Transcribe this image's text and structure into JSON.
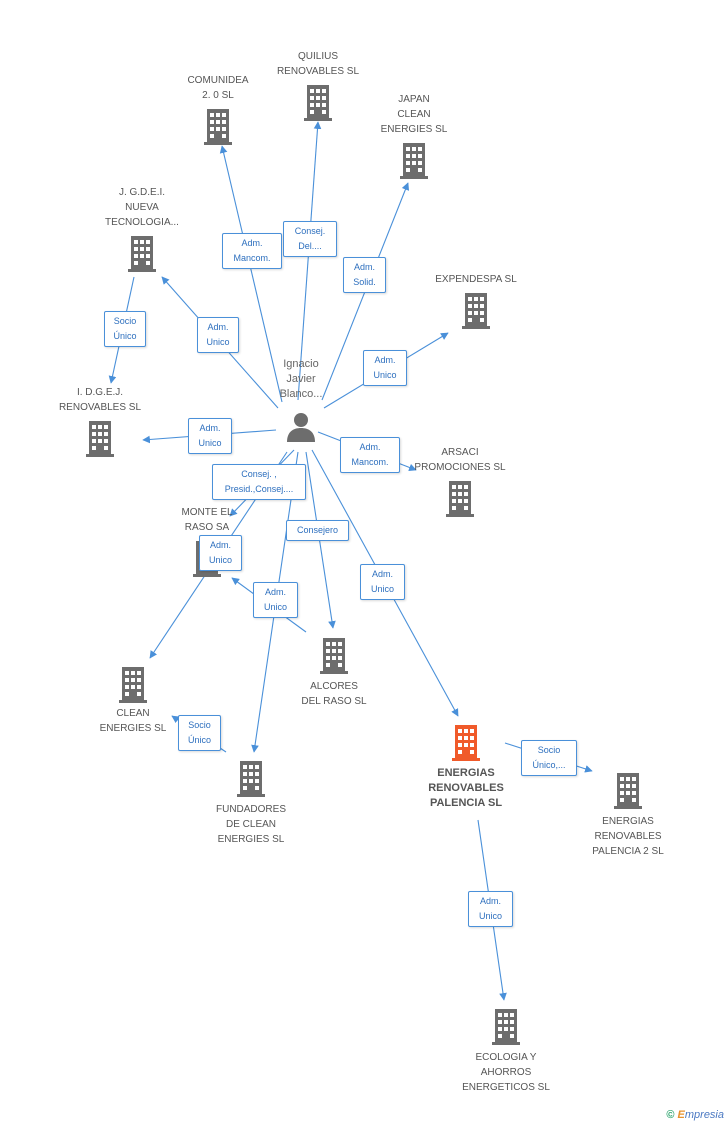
{
  "colors": {
    "edge": "#4a90d9",
    "building": "#6d6d6d",
    "highlight": "#f05a2a"
  },
  "person": {
    "name": "Ignacio\nJavier\nBlanco...",
    "icon": "person-icon"
  },
  "companies": [
    {
      "id": "comunidea",
      "label": "COMUNIDEA\n2. 0 SL",
      "icon": "building-icon"
    },
    {
      "id": "quilius",
      "label": "QUILIUS\nRENOVABLES SL",
      "icon": "building-icon"
    },
    {
      "id": "japan",
      "label": "JAPAN\nCLEAN\nENERGIES  SL",
      "icon": "building-icon"
    },
    {
      "id": "jgdei",
      "label": "J. G.D.E.I.\nNUEVA\nTECNOLOGIA...",
      "icon": "building-icon"
    },
    {
      "id": "expendespa",
      "label": "EXPENDESPA SL",
      "icon": "building-icon"
    },
    {
      "id": "idgej",
      "label": "I. D.G.E.J.\nRENOVABLES SL",
      "icon": "building-icon"
    },
    {
      "id": "arsaci",
      "label": "ARSACI\nPROMOCIONES SL",
      "icon": "building-icon"
    },
    {
      "id": "monteel",
      "label": "MONTE EL\nRASO SA",
      "icon": "building-icon"
    },
    {
      "id": "alcores",
      "label": "ALCORES\nDEL RASO  SL",
      "icon": "building-icon"
    },
    {
      "id": "clean",
      "label": "CLEAN\nENERGIES SL",
      "icon": "building-icon"
    },
    {
      "id": "fundadores",
      "label": "FUNDADORES\nDE CLEAN\nENERGIES SL",
      "icon": "building-icon"
    },
    {
      "id": "energias",
      "label": "ENERGIAS\nRENOVABLES\nPALENCIA SL",
      "icon": "building-icon",
      "highlight": true
    },
    {
      "id": "energias2",
      "label": "ENERGIAS\nRENOVABLES\nPALENCIA 2 SL",
      "icon": "building-icon"
    },
    {
      "id": "ecologia",
      "label": "ECOLOGIA Y\nAHORROS\nENERGETICOS SL",
      "icon": "building-icon"
    }
  ],
  "relations": [
    {
      "id": "r1",
      "label": "Adm.\nMancom."
    },
    {
      "id": "r2",
      "label": "Consej.\nDel...."
    },
    {
      "id": "r3",
      "label": "Adm.\nSolid."
    },
    {
      "id": "r4",
      "label": "Socio\nÚnico"
    },
    {
      "id": "r5",
      "label": "Adm.\nUnico"
    },
    {
      "id": "r6",
      "label": "Adm.\nUnico"
    },
    {
      "id": "r7",
      "label": "Adm.\nUnico"
    },
    {
      "id": "r8",
      "label": "Adm.\nMancom."
    },
    {
      "id": "r9",
      "label": "Consej. ,\nPresid.,Consej...."
    },
    {
      "id": "r10",
      "label": "Adm.\nUnico"
    },
    {
      "id": "r11",
      "label": "Consejero"
    },
    {
      "id": "r12",
      "label": "Adm.\nUnico"
    },
    {
      "id": "r13",
      "label": "Adm.\nUnico"
    },
    {
      "id": "r14",
      "label": "Socio\nÚnico"
    },
    {
      "id": "r15",
      "label": "Socio\nÚnico,..."
    },
    {
      "id": "r16",
      "label": "Adm.\nUnico"
    }
  ],
  "footer": {
    "copyright": "©",
    "brand_e": "E",
    "brand_rest": "mpresia"
  }
}
